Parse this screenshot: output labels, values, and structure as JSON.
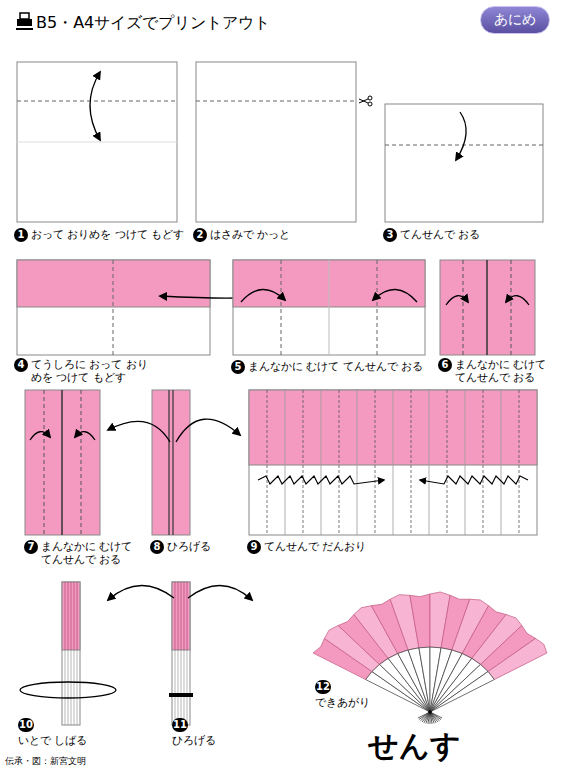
{
  "diagram": {
    "title": "せんす",
    "nodes": [
      {
        "text": [
          "あにめ"
        ]
      },
      {
        "text": [
          "1",
          "おって おりめを つけて もどす"
        ]
      },
      {
        "text": [
          "2",
          "はさみで かっと"
        ]
      },
      {
        "text": [
          "3",
          "てんせんで おる"
        ]
      },
      {
        "text": [
          "4",
          "てうしろに おって おりめを つけて もどす"
        ]
      },
      {
        "text": [
          "5",
          "まんなかに むけて てんせんで おる"
        ]
      },
      {
        "text": [
          "6",
          "まんなかに むけて てんせんで おる"
        ]
      },
      {
        "text": [
          "7",
          "まんなかに むけて てんせんで おる"
        ]
      },
      {
        "text": [
          "8",
          "ひろげる"
        ]
      },
      {
        "text": [
          "9",
          "てんせんで だんおり"
        ]
      },
      {
        "text": [
          "10",
          "いとで しばる"
        ]
      },
      {
        "text": [
          "11",
          "ひろげる"
        ]
      },
      {
        "text": [
          "12",
          "できあがり"
        ]
      }
    ],
    "labels": [
      "B5・A4サイズでプリントアウト",
      "伝承・図：新宮文明"
    ]
  }
}
